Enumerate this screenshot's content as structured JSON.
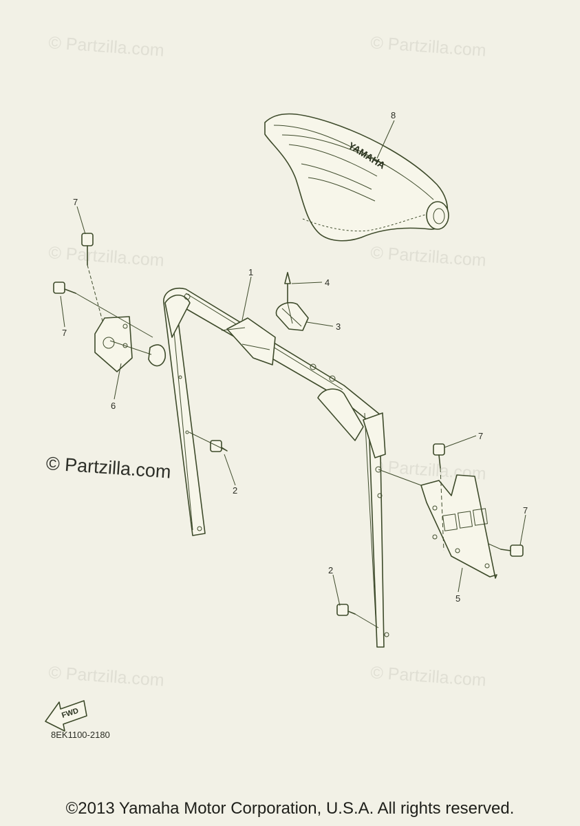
{
  "watermark": {
    "text": "© Partzilla.com",
    "large_text": "© Partzilla.com"
  },
  "callouts": {
    "seat": "8",
    "handlebar": "1",
    "rivet": "4",
    "clip": "3",
    "bolt_top_left_a": "7",
    "bolt_top_left_b": "7",
    "bracket_left": "6",
    "bolt_pole_left": "2",
    "bolt_plate_top": "7",
    "bolt_plate_right": "7",
    "plate": "5",
    "bolt_pole_right": "2"
  },
  "seat_logo": "YAMAHA",
  "fwd_label": "FWD",
  "diagram_code": "8EK1100-2180",
  "copyright": "©2013 Yamaha Motor Corporation, U.S.A. All rights reserved.",
  "colors": {
    "background": "#f2f1e6",
    "line": "#3d4a2a",
    "watermark": "#e0dfd4"
  }
}
